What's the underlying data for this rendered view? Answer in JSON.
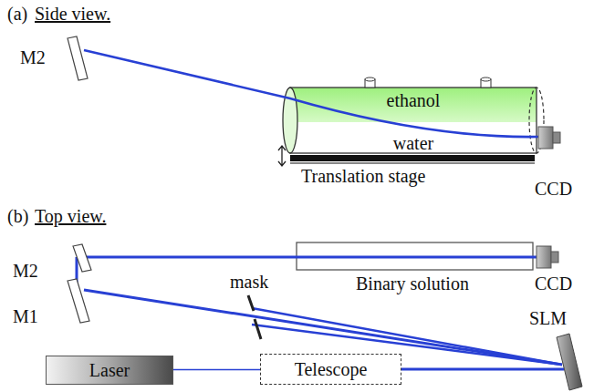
{
  "diagram": {
    "nodes": [
      {
        "text": [
          "Laser"
        ]
      },
      {
        "text": [
          "Telescope"
        ]
      },
      {
        "text": [
          "ethanol",
          "water"
        ]
      }
    ],
    "edges": [
      {
        "from": 0,
        "to": 1,
        "arrow": "none"
      }
    ],
    "labels": [
      "(a)",
      "Side view.",
      "M2",
      "Translation stage",
      "CCD",
      "(b)",
      "Top view.",
      "M2",
      "M1",
      "mask",
      "Binary solution",
      "CCD",
      "SLM"
    ]
  }
}
